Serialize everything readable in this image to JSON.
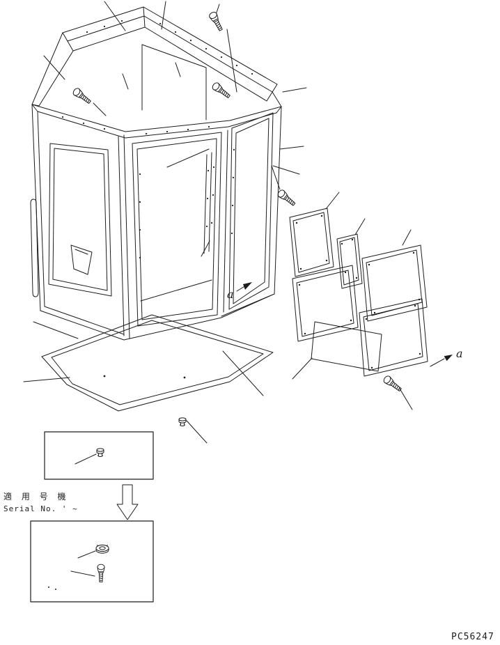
{
  "colors": {
    "ink": "#1c1c1c",
    "background": "#ffffff"
  },
  "view_labels": {
    "cab_arrow": "a",
    "panel_arrow": "a"
  },
  "serial_note": {
    "jp": "適 用 号 機",
    "en": "Serial No.  '  ~"
  },
  "part_code": "PC56247"
}
